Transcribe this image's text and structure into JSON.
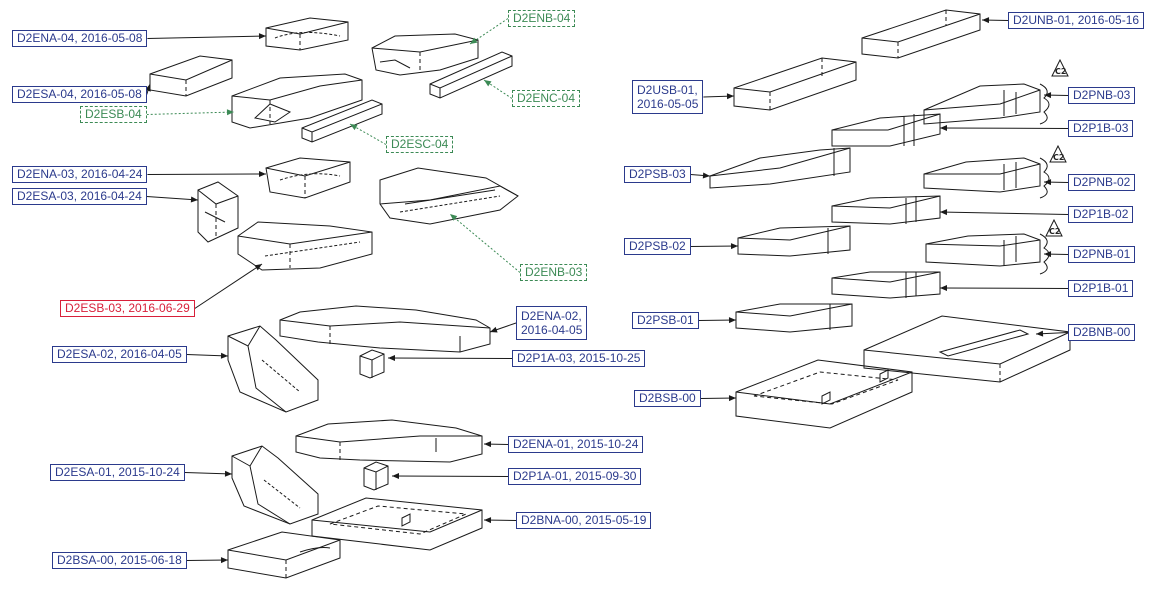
{
  "segments": [
    {
      "id": "D2ENA-04",
      "text": [
        "D2ENA-04, 2016-05-08"
      ],
      "variant": "blue"
    },
    {
      "id": "D2ENB-04",
      "text": [
        "D2ENB-04"
      ],
      "variant": "green"
    },
    {
      "id": "D2ESA-04",
      "text": [
        "D2ESA-04, 2016-05-08"
      ],
      "variant": "blue"
    },
    {
      "id": "D2ESB-04",
      "text": [
        "D2ESB-04"
      ],
      "variant": "green"
    },
    {
      "id": "D2ENC-04",
      "text": [
        "D2ENC-04"
      ],
      "variant": "green"
    },
    {
      "id": "D2ESC-04",
      "text": [
        "D2ESC-04"
      ],
      "variant": "green"
    },
    {
      "id": "D2ENA-03",
      "text": [
        "D2ENA-03, 2016-04-24"
      ],
      "variant": "blue"
    },
    {
      "id": "D2ESA-03",
      "text": [
        "D2ESA-03, 2016-04-24"
      ],
      "variant": "blue"
    },
    {
      "id": "D2ENB-03",
      "text": [
        "D2ENB-03"
      ],
      "variant": "green"
    },
    {
      "id": "D2ESB-03",
      "text": [
        "D2ESB-03, 2016-06-29"
      ],
      "variant": "red"
    },
    {
      "id": "D2ENA-02",
      "text": [
        "D2ENA-02,",
        "2016-04-05"
      ],
      "variant": "blue"
    },
    {
      "id": "D2ESA-02",
      "text": [
        "D2ESA-02, 2016-04-05"
      ],
      "variant": "blue"
    },
    {
      "id": "D2P1A-03",
      "text": [
        "D2P1A-03, 2015-10-25"
      ],
      "variant": "blue"
    },
    {
      "id": "D2ENA-01",
      "text": [
        "D2ENA-01, 2015-10-24"
      ],
      "variant": "blue"
    },
    {
      "id": "D2ESA-01",
      "text": [
        "D2ESA-01, 2015-10-24"
      ],
      "variant": "blue"
    },
    {
      "id": "D2P1A-01",
      "text": [
        "D2P1A-01, 2015-09-30"
      ],
      "variant": "blue"
    },
    {
      "id": "D2BNA-00",
      "text": [
        "D2BNA-00, 2015-05-19"
      ],
      "variant": "blue"
    },
    {
      "id": "D2BSA-00",
      "text": [
        "D2BSA-00, 2015-06-18"
      ],
      "variant": "blue"
    },
    {
      "id": "D2UNB-01",
      "text": [
        "D2UNB-01, 2016-05-16"
      ],
      "variant": "blue"
    },
    {
      "id": "D2USB-01",
      "text": [
        "D2USB-01,",
        "2016-05-05"
      ],
      "variant": "blue"
    },
    {
      "id": "D2PNB-03",
      "text": [
        "D2PNB-03"
      ],
      "variant": "blue"
    },
    {
      "id": "D2P1B-03",
      "text": [
        "D2P1B-03"
      ],
      "variant": "blue"
    },
    {
      "id": "D2PSB-03",
      "text": [
        "D2PSB-03"
      ],
      "variant": "blue"
    },
    {
      "id": "D2PNB-02",
      "text": [
        "D2PNB-02"
      ],
      "variant": "blue"
    },
    {
      "id": "D2P1B-02",
      "text": [
        "D2P1B-02"
      ],
      "variant": "blue"
    },
    {
      "id": "D2PSB-02",
      "text": [
        "D2PSB-02"
      ],
      "variant": "blue"
    },
    {
      "id": "D2PNB-01",
      "text": [
        "D2PNB-01"
      ],
      "variant": "blue"
    },
    {
      "id": "D2P1B-01",
      "text": [
        "D2P1B-01"
      ],
      "variant": "blue"
    },
    {
      "id": "D2PSB-01",
      "text": [
        "D2PSB-01"
      ],
      "variant": "blue"
    },
    {
      "id": "D2BNB-00",
      "text": [
        "D2BNB-00"
      ],
      "variant": "blue"
    },
    {
      "id": "D2BSB-00",
      "text": [
        "D2BSB-00"
      ],
      "variant": "blue"
    }
  ],
  "markers": [
    {
      "id": "c2-marker-3",
      "text": "C2"
    },
    {
      "id": "c2-marker-2",
      "text": "C2"
    },
    {
      "id": "c2-marker-1",
      "text": "C2"
    }
  ]
}
